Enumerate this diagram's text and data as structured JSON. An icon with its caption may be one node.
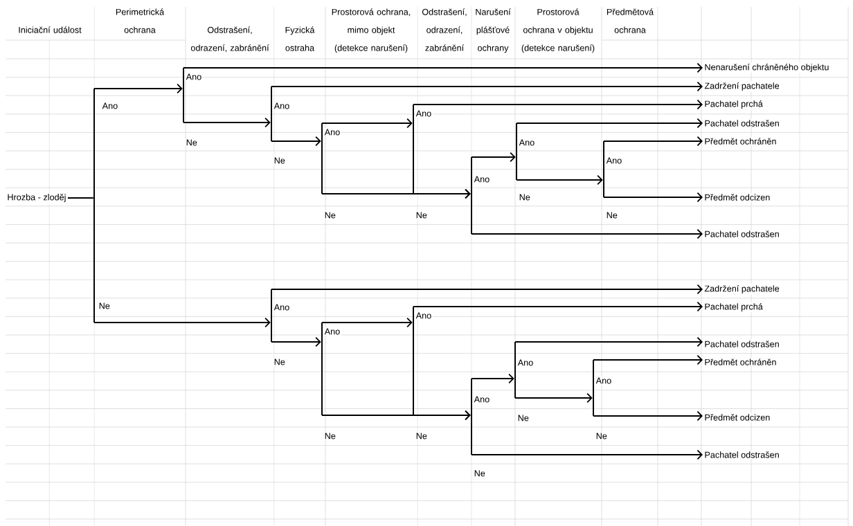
{
  "diagram": {
    "nodes": [
      {
        "text": [
          "Hrozba - zloděj"
        ]
      },
      {
        "text": [],
        "shape": "bar"
      },
      {
        "text": [],
        "shape": "bar"
      },
      {
        "text": [],
        "shape": "bar"
      },
      {
        "text": [],
        "shape": "bar"
      },
      {
        "text": [],
        "shape": "bar"
      },
      {
        "text": [],
        "shape": "bar"
      },
      {
        "text": [],
        "shape": "bar"
      },
      {
        "text": [],
        "shape": "bar"
      },
      {
        "text": [],
        "shape": "bar"
      },
      {
        "text": [],
        "shape": "bar"
      },
      {
        "text": [],
        "shape": "bar"
      },
      {
        "text": [],
        "shape": "bar"
      },
      {
        "text": [],
        "shape": "bar"
      },
      {
        "text": [],
        "shape": "bar"
      },
      {
        "text": [
          "Nenarušení chráněného objektu"
        ]
      },
      {
        "text": [
          "Zadržení pachatele"
        ]
      },
      {
        "text": [
          "Pachatel prchá"
        ]
      },
      {
        "text": [
          "Pachatel odstrašen"
        ]
      },
      {
        "text": [
          "Předmět ochráněn"
        ]
      },
      {
        "text": [
          "Předmět odcizen"
        ]
      },
      {
        "text": [
          "Pachatel odstrašen"
        ]
      },
      {
        "text": [
          "Zadržení pachatele"
        ]
      },
      {
        "text": [
          "Pachatel prchá"
        ]
      },
      {
        "text": [
          "Pachatel odstrašen"
        ]
      },
      {
        "text": [
          "Předmět ochráněn"
        ]
      },
      {
        "text": [
          "Předmět odcizen"
        ]
      },
      {
        "text": [
          "Pachatel odstrašen"
        ]
      }
    ],
    "edges": [
      {
        "from": 0,
        "to": 1,
        "arrow": "none"
      },
      {
        "from": 1,
        "to": 2,
        "arrow": "to",
        "label": "Ano"
      },
      {
        "from": 1,
        "to": 9,
        "arrow": "to",
        "label": "Ne"
      },
      {
        "from": 2,
        "to": 15,
        "arrow": "to",
        "label": "Ano"
      },
      {
        "from": 2,
        "to": 3,
        "arrow": "to",
        "label": "Ne"
      },
      {
        "from": 3,
        "to": 16,
        "arrow": "to",
        "label": "Ano"
      },
      {
        "from": 3,
        "to": 4,
        "arrow": "to",
        "label": "Ne"
      },
      {
        "from": 4,
        "to": 5,
        "arrow": "to",
        "label": "Ano"
      },
      {
        "from": 4,
        "to": 6,
        "arrow": "to",
        "label": "Ne"
      },
      {
        "from": 5,
        "to": 17,
        "arrow": "to",
        "label": "Ano"
      },
      {
        "from": 5,
        "to": 6,
        "arrow": "to",
        "label": "Ne"
      },
      {
        "from": 6,
        "to": 7,
        "arrow": "to",
        "label": "Ano"
      },
      {
        "from": 6,
        "to": 21,
        "arrow": "to"
      },
      {
        "from": 7,
        "to": 18,
        "arrow": "to",
        "label": "Ano"
      },
      {
        "from": 7,
        "to": 8,
        "arrow": "to",
        "label": "Ne"
      },
      {
        "from": 8,
        "to": 19,
        "arrow": "to",
        "label": "Ano"
      },
      {
        "from": 8,
        "to": 20,
        "arrow": "to",
        "label": "Ne"
      },
      {
        "from": 9,
        "to": 22,
        "arrow": "to",
        "label": "Ano"
      },
      {
        "from": 9,
        "to": 10,
        "arrow": "to",
        "label": "Ne"
      },
      {
        "from": 10,
        "to": 11,
        "arrow": "to",
        "label": "Ano"
      },
      {
        "from": 10,
        "to": 12,
        "arrow": "to",
        "label": "Ne"
      },
      {
        "from": 11,
        "to": 23,
        "arrow": "to",
        "label": "Ano"
      },
      {
        "from": 11,
        "to": 12,
        "arrow": "to",
        "label": "Ne"
      },
      {
        "from": 12,
        "to": 13,
        "arrow": "to",
        "label": "Ano"
      },
      {
        "from": 12,
        "to": 27,
        "arrow": "to",
        "label": "Ne"
      },
      {
        "from": 13,
        "to": 24,
        "arrow": "to",
        "label": "Ano"
      },
      {
        "from": 13,
        "to": 14,
        "arrow": "to",
        "label": "Ne"
      },
      {
        "from": 14,
        "to": 25,
        "arrow": "to",
        "label": "Ano"
      },
      {
        "from": 14,
        "to": 26,
        "arrow": "to",
        "label": "Ne"
      }
    ],
    "labels": [
      "Iniciační událost",
      "Perimetrická ochrana",
      "Odstrašení, odrazení, zabránění",
      "Fyzická ostraha",
      "Prostorová ochrana, mimo objekt (detekce narušení)",
      "Odstrašení, odrazení, zabránění",
      "Narušení plášťové ochrany",
      "Prostorová ochrana v objektu (detekce narušení)",
      "Předmětová ochrana"
    ]
  }
}
